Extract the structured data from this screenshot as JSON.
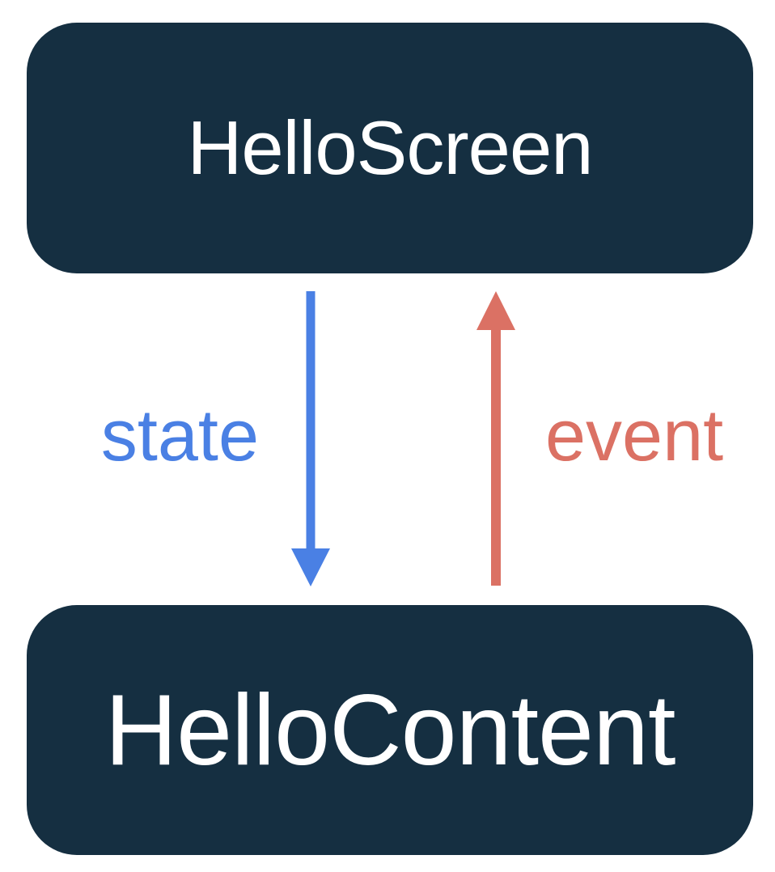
{
  "diagram": {
    "title": "unidirectional-data-flow",
    "top_box": {
      "label": "HelloScreen"
    },
    "bottom_box": {
      "label": "HelloContent"
    },
    "state_flow": {
      "label": "state",
      "direction": "down",
      "from": "HelloScreen",
      "to": "HelloContent"
    },
    "event_flow": {
      "label": "event",
      "direction": "up",
      "from": "HelloContent",
      "to": "HelloScreen"
    }
  },
  "colors": {
    "box-bg": "#152f41",
    "box-text": "#ffffff",
    "state-blue": "#4a80e4",
    "event-red": "#db7164",
    "canvas-bg": "#ffffff"
  }
}
